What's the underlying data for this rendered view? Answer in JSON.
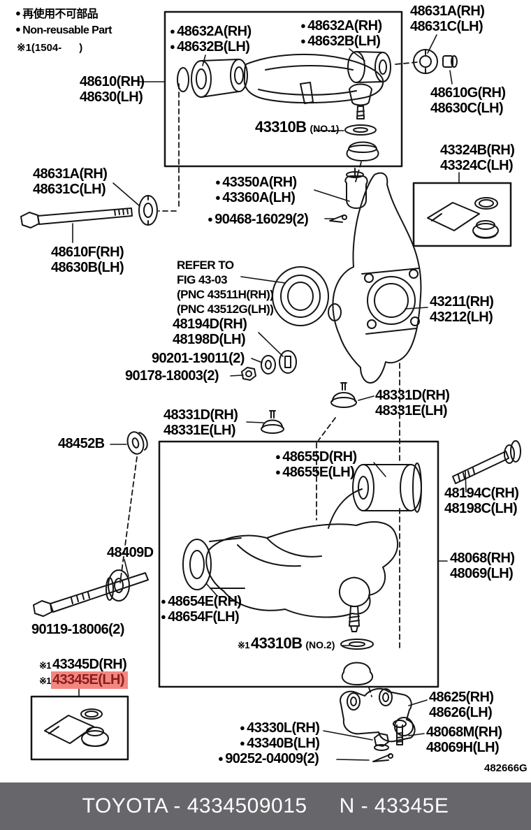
{
  "legend": {
    "bullet": "●",
    "jp": "再使用不可部品",
    "en": "Non-reusable Part",
    "applicability_note": "※1(1504-      )"
  },
  "marks": {
    "bullet": "●",
    "star": "※1"
  },
  "colors": {
    "highlight_bg": "#f2877f",
    "highlight_text": "#8a1c1c",
    "footer_bg": "#67676b",
    "ink": "#000000"
  },
  "parts": {
    "upper_arm": {
      "rh": "48610(RH)",
      "lh": "48630(LH)"
    },
    "upper_bushing_left": {
      "rh": "48632A(RH)",
      "lh": "48632B(LH)"
    },
    "upper_bushing_right": {
      "rh": "48632A(RH)",
      "lh": "48632B(LH)"
    },
    "upper_ball_joint": {
      "num": "43310B",
      "no": "(NO.1)"
    },
    "cam_upper_right": {
      "rh": "48631A(RH)",
      "lh": "48631C(LH)"
    },
    "cam_nut_right": {
      "rh": "48610G(RH)",
      "lh": "48630C(LH)"
    },
    "knuckle_seal_kit": {
      "rh": "43324B(RH)",
      "lh": "43324C(LH)"
    },
    "knuckle_stop": {
      "rh": "43350A(RH)",
      "lh": "43360A(LH)"
    },
    "cotter_pin_upper": "90468-16029(2)",
    "cam_upper_left": {
      "rh": "48631A(RH)",
      "lh": "48631C(LH)"
    },
    "upper_arm_bolt": {
      "rh": "48610F(RH)",
      "lh": "48630B(LH)"
    },
    "refer_note": {
      "line1": "REFER TO",
      "line2": "FIG 43-03",
      "line3": "(PNC 43511H(RH))",
      "line4": "(PNC 43512G(LH))"
    },
    "knuckle": {
      "rh": "43211(RH)",
      "lh": "43212(LH)"
    },
    "knuckle_bolt": {
      "rh": "48194D(RH)",
      "lh": "48198D(LH)"
    },
    "washer": "90201-19011(2)",
    "nut": "90178-18003(2)",
    "bump_stop_right": {
      "rh": "48331D(RH)",
      "lh": "48331E(LH)"
    },
    "bump_stop_left": {
      "rh": "48331D(RH)",
      "lh": "48331E(LH)"
    },
    "grommet": "48452B",
    "lower_bushing_rear": {
      "rh": "48655D(RH)",
      "lh": "48655E(LH)"
    },
    "lower_arm_bolt_rear": {
      "rh": "48194C(RH)",
      "lh": "48198C(LH)"
    },
    "lower_arm": {
      "rh": "48068(RH)",
      "lh": "48069(LH)"
    },
    "cam_washer_front": "48409D",
    "lower_bushing_front": {
      "rh": "48654E(RH)",
      "lh": "48654F(LH)"
    },
    "lower_arm_bolt_front": "90119-18006(2)",
    "lower_ball_joint": {
      "num": "43310B",
      "no": "(NO.2)"
    },
    "ball_joint_boot_kit": {
      "rh": "43345D(RH)",
      "lh": "43345E(LH)"
    },
    "lower_bracket": {
      "rh": "48625(RH)",
      "lh": "48626(LH)"
    },
    "ball_joint_nut": {
      "rh": "43330L(RH)",
      "lh": "43340B(LH)"
    },
    "bracket_bolt": {
      "rh": "48068M(RH)",
      "lh": "48069H(LH)"
    },
    "cotter_pin_lower": "90252-04009(2)"
  },
  "diagram_code": "482666G",
  "footer": {
    "catalog": "TOYOTA - 4334509015",
    "part_ref": "N - 43345E"
  }
}
